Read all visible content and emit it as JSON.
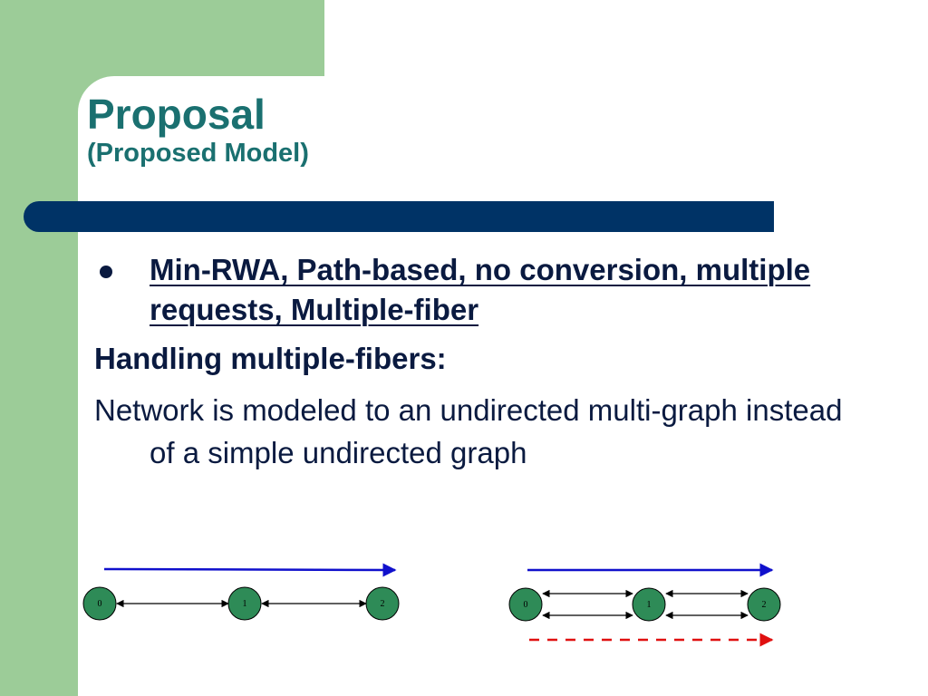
{
  "title": {
    "main": "Proposal",
    "sub": "(Proposed Model)"
  },
  "body": {
    "bullet": "Min-RWA, Path-based, no conversion, multiple requests, Multiple-fiber",
    "heading": "Handling multiple-fibers:",
    "paragraph": "Network is modeled to an undirected multi-graph instead of a simple undirected graph"
  },
  "diagrams": [
    {
      "nodes": [
        "0",
        "1",
        "2"
      ],
      "links_between_adjacent_nodes": 1,
      "lightpaths": [
        {
          "style": "solid",
          "color": "#1010cc"
        }
      ]
    },
    {
      "nodes": [
        "0",
        "1",
        "2"
      ],
      "links_between_adjacent_nodes": 2,
      "lightpaths": [
        {
          "style": "solid",
          "color": "#1010cc"
        },
        {
          "style": "dashed",
          "color": "#e01010"
        }
      ]
    }
  ],
  "colors": {
    "background_band": "#9ccc98",
    "accent_bar": "#003366",
    "title": "#1a7070",
    "body_text": "#0a1a40",
    "node_fill": "#2e8b57"
  }
}
